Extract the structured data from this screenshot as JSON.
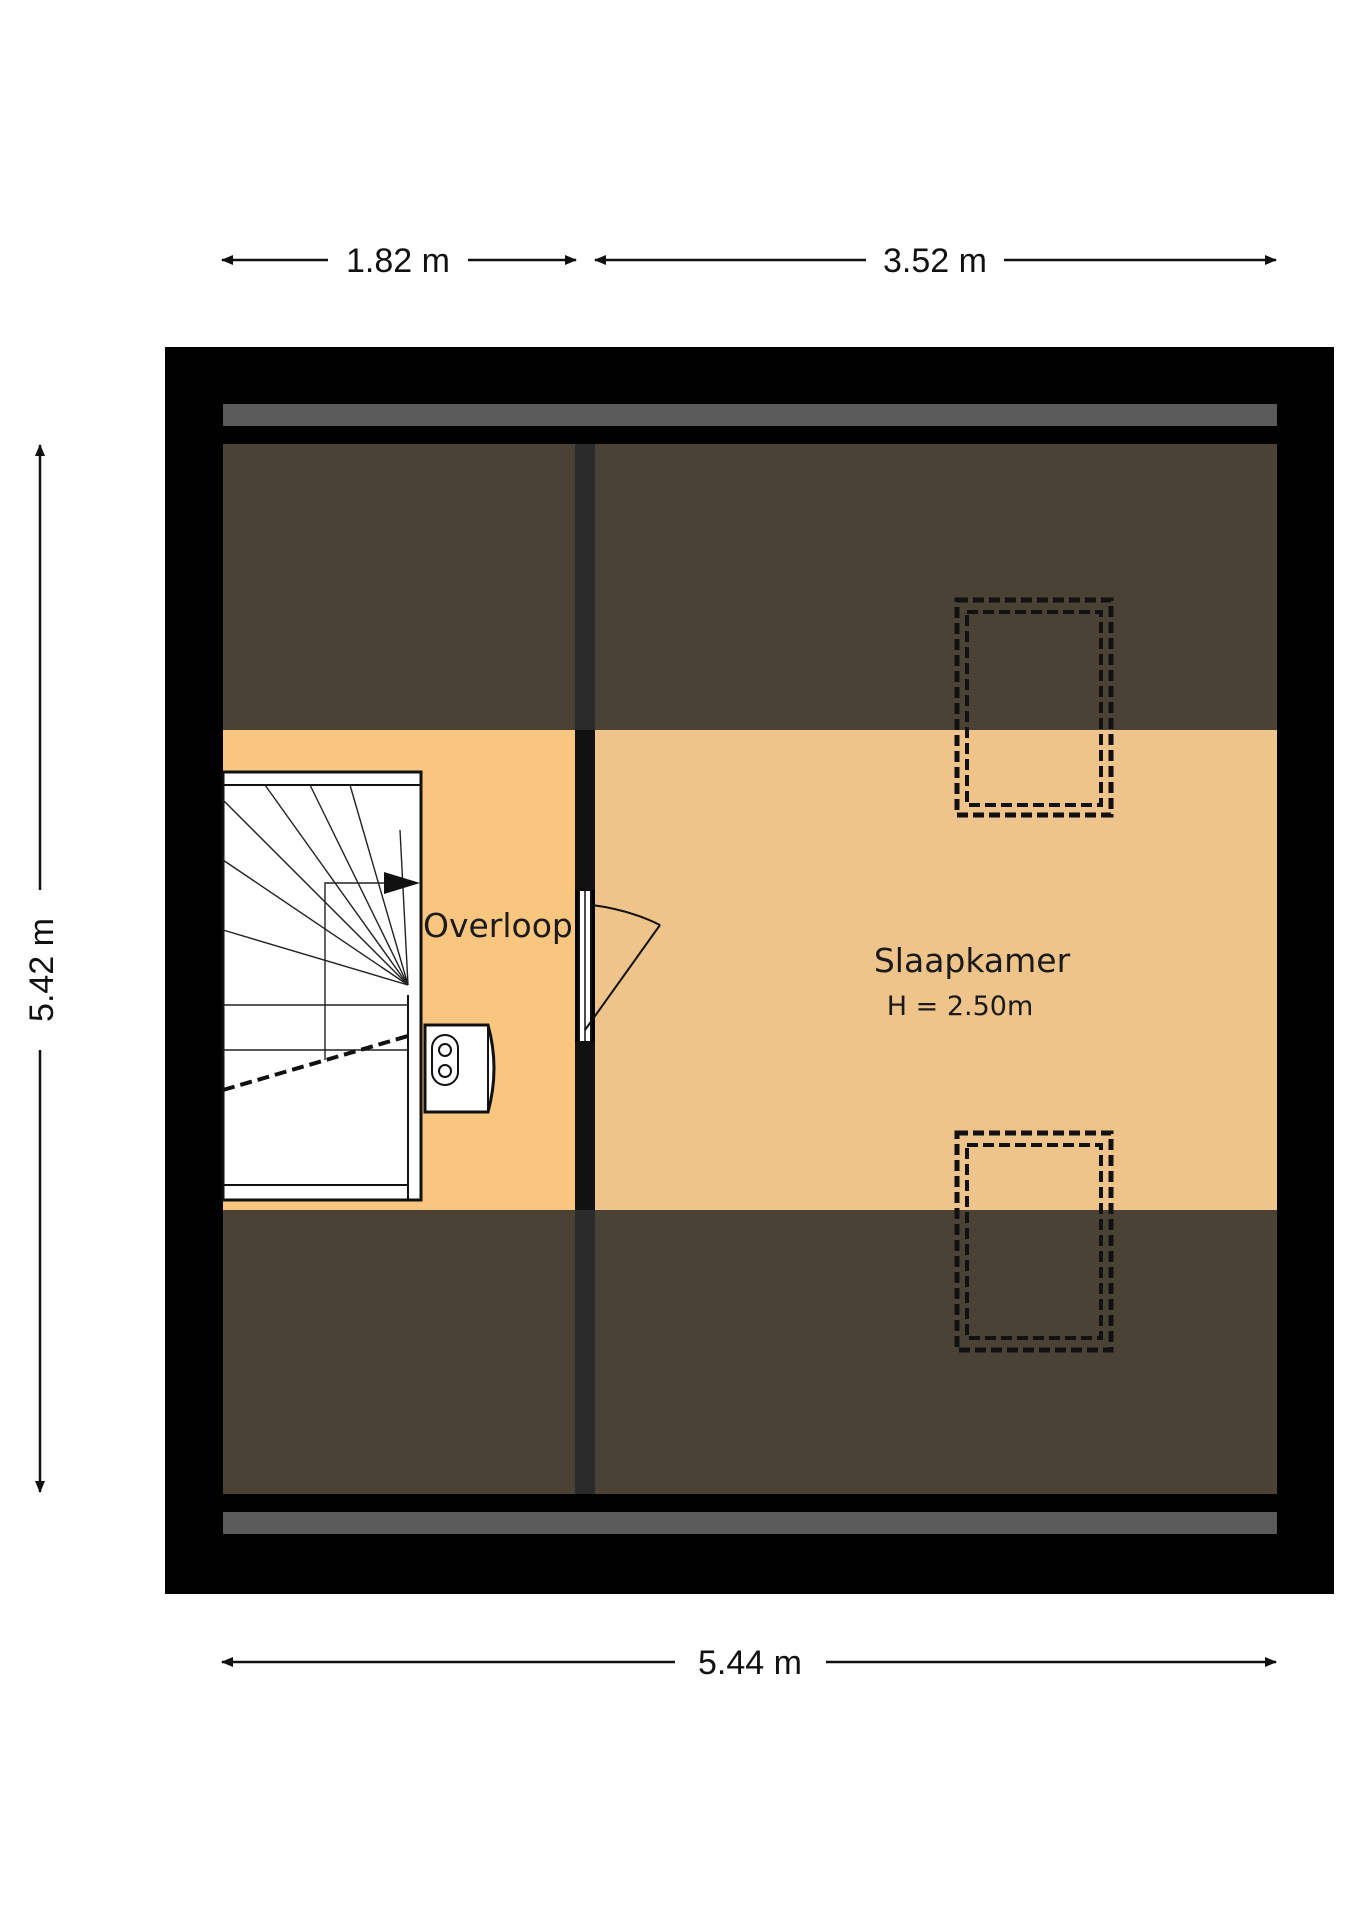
{
  "dimensions": {
    "top_left": "1.82 m",
    "top_right": "3.52 m",
    "bottom": "5.44 m",
    "left": "5.42 m"
  },
  "rooms": {
    "landing": {
      "label": "Overloop"
    },
    "bedroom": {
      "label": "Slaapkamer",
      "height": "H = 2.50m"
    }
  },
  "colors": {
    "outer_wall": "#000000",
    "roof_slope": "#4a4234",
    "landing_floor": "#f9c67f",
    "bedroom_floor": "#eec48a",
    "interior_wall": "#1a1a1a",
    "eave_band": "#5a5a5a"
  }
}
